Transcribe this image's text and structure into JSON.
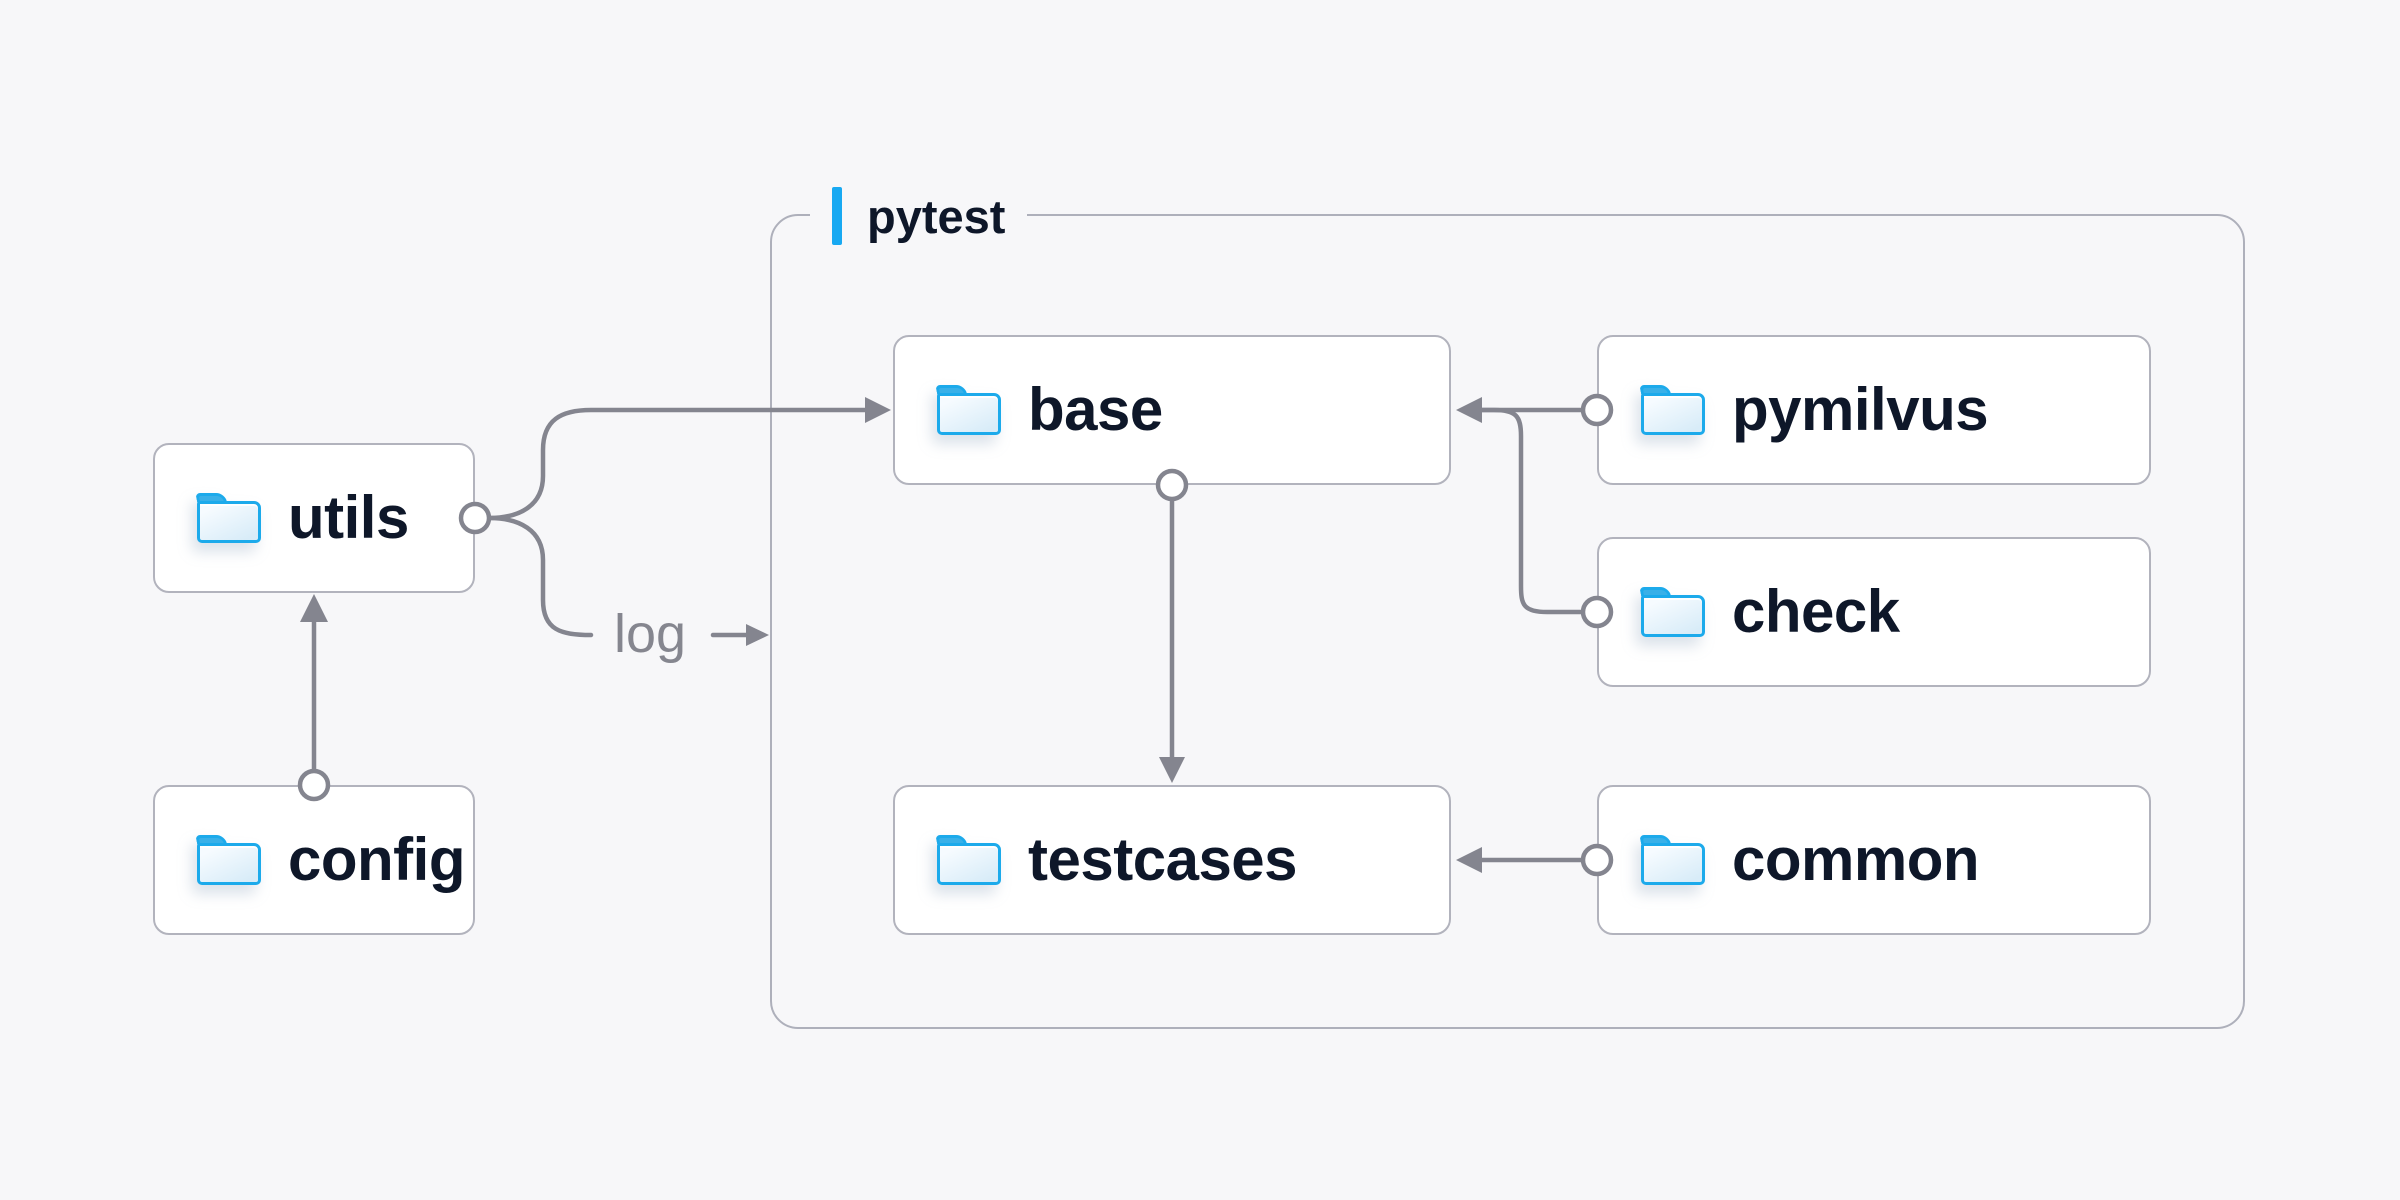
{
  "diagram": {
    "group": {
      "label": "pytest"
    },
    "nodes": {
      "utils": {
        "label": "utils"
      },
      "config": {
        "label": "config"
      },
      "base": {
        "label": "base"
      },
      "testcases": {
        "label": "testcases"
      },
      "pymilvus": {
        "label": "pymilvus"
      },
      "check": {
        "label": "check"
      },
      "common": {
        "label": "common"
      }
    },
    "edges": [
      {
        "from": "config",
        "to": "utils"
      },
      {
        "from": "utils",
        "to": "base"
      },
      {
        "from": "utils",
        "to": "log-arrow",
        "label": "log"
      },
      {
        "from": "base",
        "to": "testcases"
      },
      {
        "from": "pymilvus",
        "to": "base"
      },
      {
        "from": "check",
        "to": "base"
      },
      {
        "from": "common",
        "to": "testcases"
      }
    ],
    "log_label": "log",
    "colors": {
      "bg": "#f7f7f9",
      "node-bg": "#ffffff",
      "node-border": "#b2b3bd",
      "group-border": "#aeb0bb",
      "line": "#84858f",
      "text": "#0e1729",
      "muted-text": "#85868f",
      "accent": "#18a9f2",
      "folder-stroke": "#1caaeb",
      "folder-tab": "#39b0e8"
    }
  }
}
